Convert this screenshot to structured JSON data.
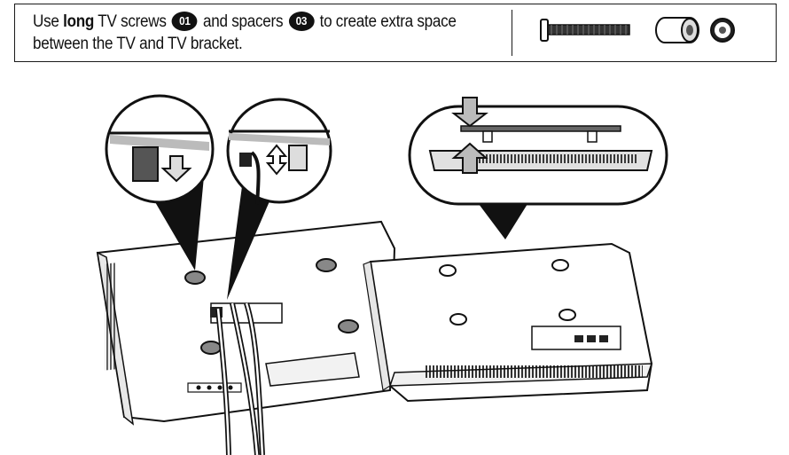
{
  "instruction": {
    "prefix": "Use",
    "bold_word": "long",
    "part1": "TV screws",
    "screw_badge": "01",
    "part2": "and spacers",
    "spacer_badge": "03",
    "part3": "to create extra space between the TV and TV bracket."
  },
  "icons": {
    "screw": "long-screw-icon",
    "spacer": "spacer-icon"
  }
}
